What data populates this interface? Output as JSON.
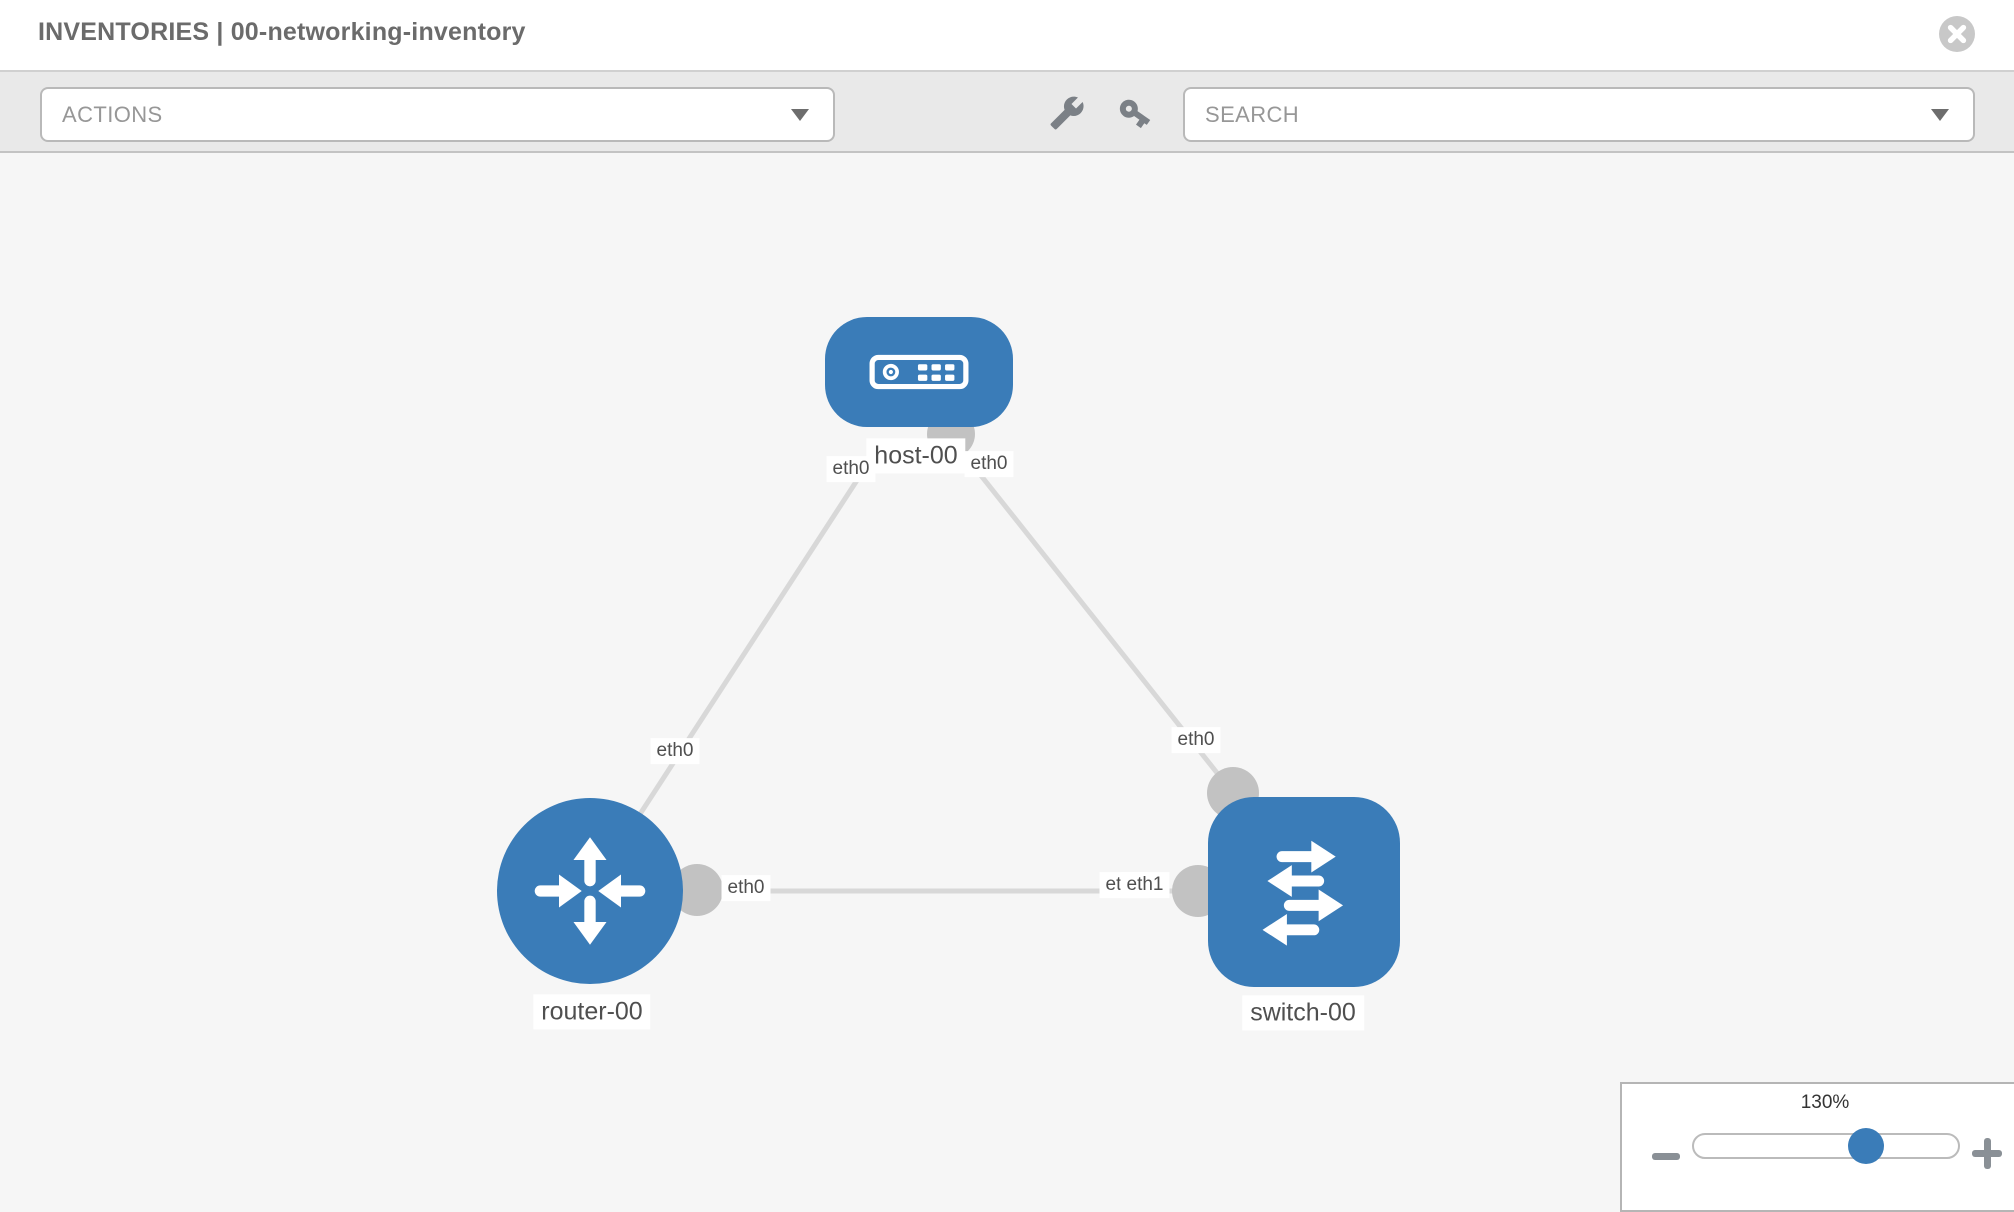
{
  "header": {
    "title": "INVENTORIES | 00-networking-inventory"
  },
  "toolbar": {
    "actions_label": "ACTIONS",
    "search_placeholder": "SEARCH"
  },
  "graph": {
    "nodes": {
      "host": {
        "label": "host-00",
        "type": "host"
      },
      "router": {
        "label": "router-00",
        "type": "router"
      },
      "switch": {
        "label": "switch-00",
        "type": "switch"
      }
    },
    "interfaces": {
      "host_left": "eth0",
      "host_right": "eth0",
      "router_host_end": "eth0",
      "switch_host_end": "eth0",
      "router_switch_end": "eth0",
      "switch_router_end_back": "eth0",
      "switch_router_end_front": "eth1"
    },
    "links": [
      {
        "from": "host-00",
        "to": "router-00",
        "from_if": "eth0",
        "to_if": "eth0"
      },
      {
        "from": "host-00",
        "to": "switch-00",
        "from_if": "eth0",
        "to_if": "eth0"
      },
      {
        "from": "router-00",
        "to": "switch-00",
        "from_if": "eth0",
        "to_if": "eth1"
      }
    ]
  },
  "zoom_control": {
    "level": "130%"
  },
  "colors": {
    "node_blue": "#3a7cb8",
    "link_gray": "#d8d8d8",
    "interface_gray": "#c2c2c2",
    "canvas_bg": "#f6f6f6",
    "toolbar_bg": "#e9e9e9"
  }
}
